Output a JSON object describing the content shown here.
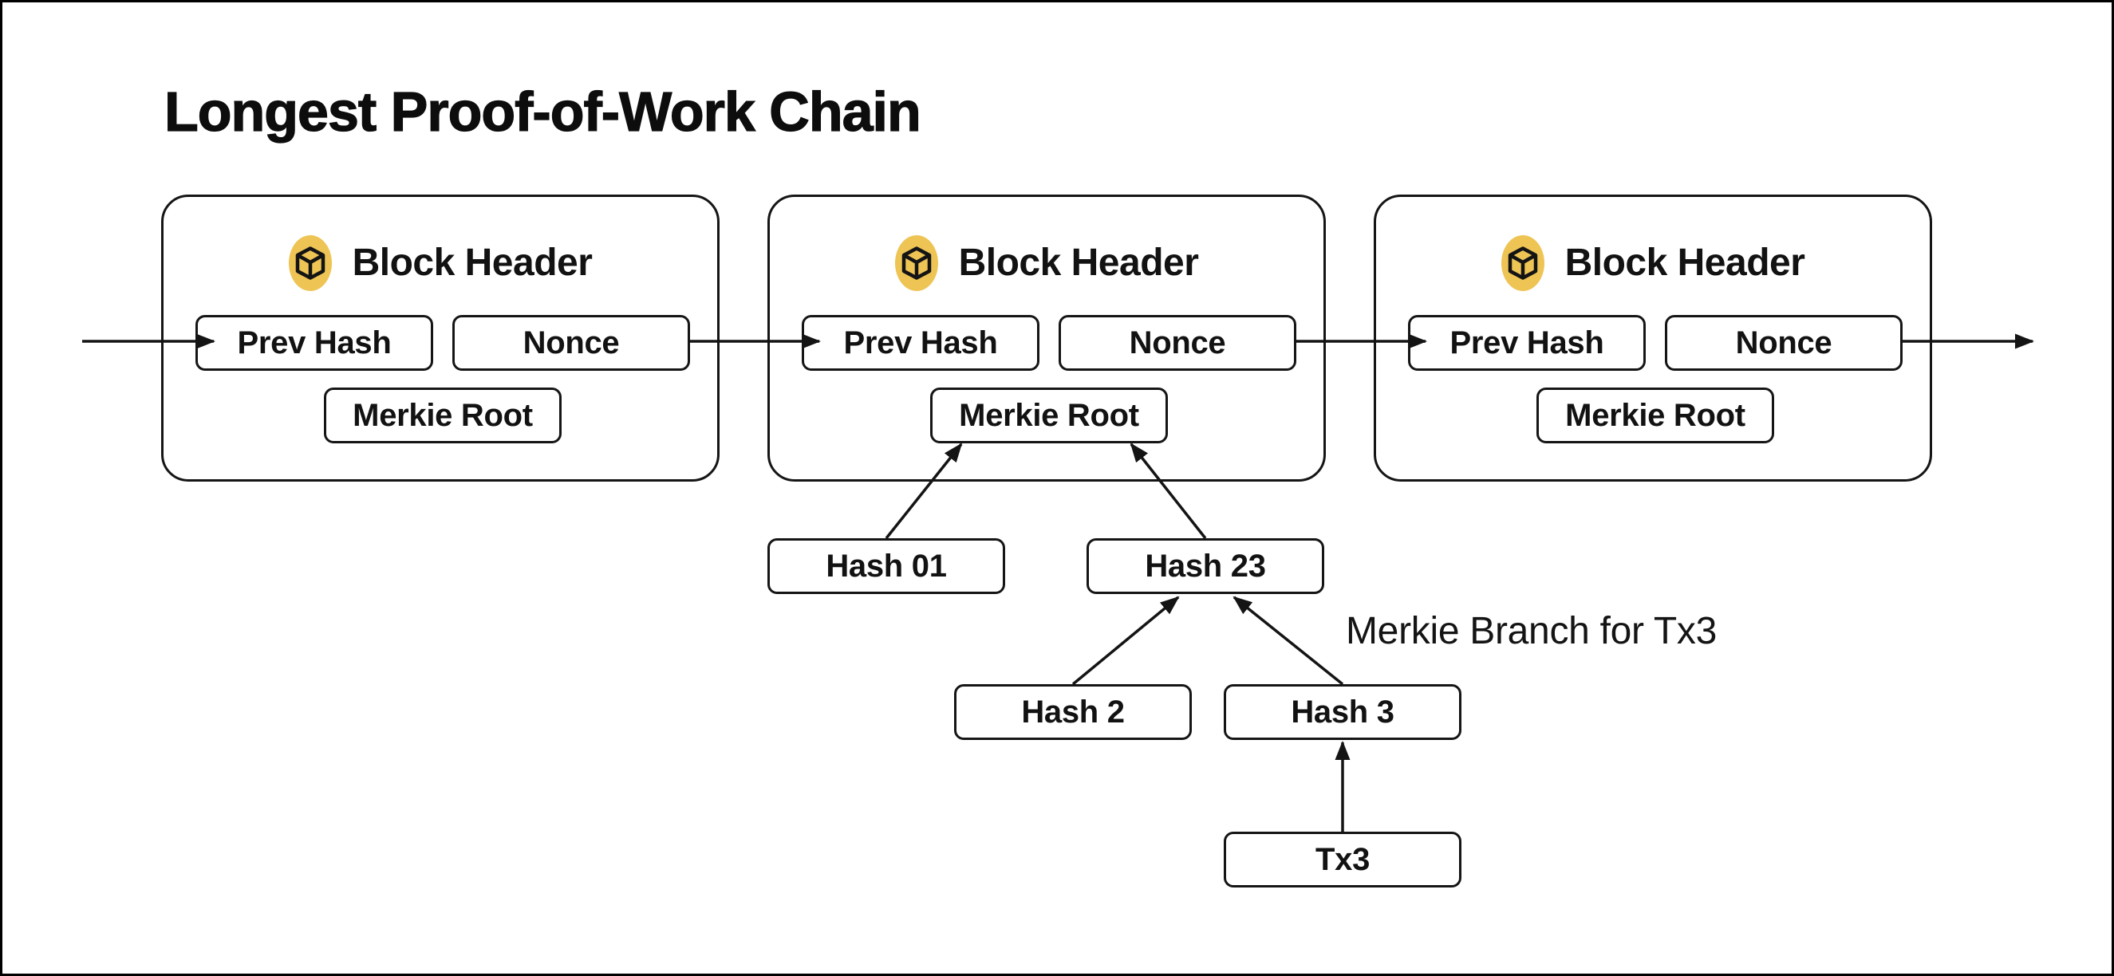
{
  "title": "Longest Proof-of-Work Chain",
  "colors": {
    "accent_yellow": "#EEC455",
    "ink": "#151515"
  },
  "blocks": [
    {
      "header": "Block Header",
      "prev_hash": "Prev Hash",
      "nonce": "Nonce",
      "merkle_root": "Merkie Root"
    },
    {
      "header": "Block Header",
      "prev_hash": "Prev Hash",
      "nonce": "Nonce",
      "merkle_root": "Merkie Root"
    },
    {
      "header": "Block Header",
      "prev_hash": "Prev Hash",
      "nonce": "Nonce",
      "merkle_root": "Merkie Root"
    }
  ],
  "merkle_tree": {
    "hash01": "Hash 01",
    "hash23": "Hash 23",
    "hash2": "Hash 2",
    "hash3": "Hash 3",
    "tx3": "Tx3",
    "branch_label": "Merkie Branch for Tx3"
  }
}
